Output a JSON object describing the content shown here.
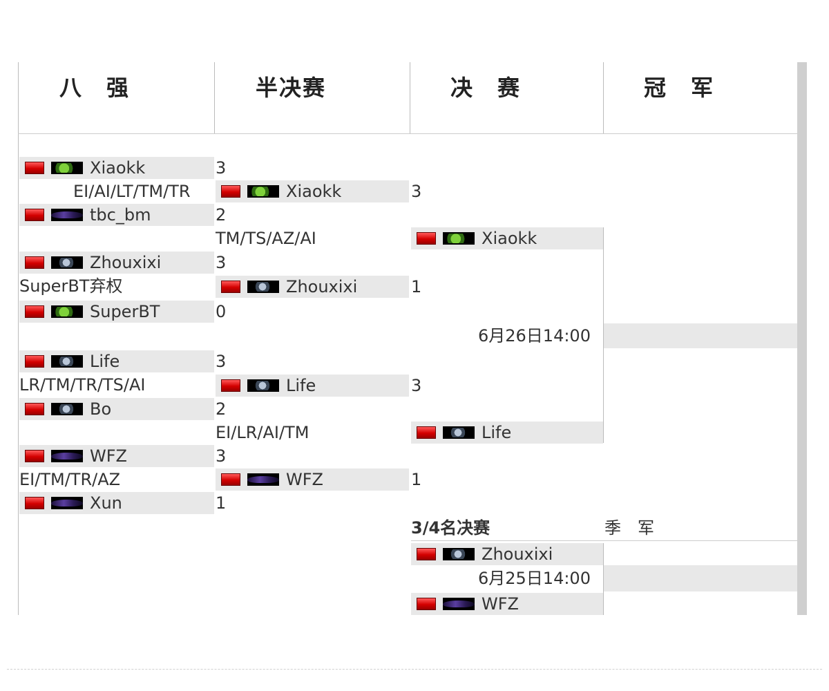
{
  "headers": {
    "r8": "八　强",
    "semi": "半决赛",
    "final": "决　赛",
    "champ": "冠　军"
  },
  "quarter": {
    "m1": {
      "p1": "Xiaokk",
      "p1_score": "3",
      "maps": "EI/AI/LT/TM/TR",
      "p2": "tbc_bm",
      "p2_score": "2"
    },
    "m2": {
      "p1": "Zhouxixi",
      "p1_score": "3",
      "note": "SuperBT弃权",
      "p2": "SuperBT",
      "p2_score": "0"
    },
    "m3": {
      "p1": "Life",
      "p1_score": "3",
      "maps": "LR/TM/TR/TS/AI",
      "p2": "Bo",
      "p2_score": "2"
    },
    "m4": {
      "p1": "WFZ",
      "p1_score": "3",
      "maps": "EI/TM/TR/AZ",
      "p2": "Xun",
      "p2_score": "1"
    }
  },
  "semi": {
    "s1": {
      "p1": "Xiaokk",
      "p1_score": "3",
      "maps": "TM/TS/AZ/AI",
      "p2": "Zhouxixi",
      "p2_score": "1"
    },
    "s2": {
      "p1": "Life",
      "p1_score": "3",
      "maps": "EI/LR/AI/TM",
      "p2": "WFZ",
      "p2_score": "1"
    }
  },
  "final": {
    "p1": "Xiaokk",
    "p2": "Life",
    "time": "6月26日14:00",
    "champion": ""
  },
  "third": {
    "title": "3/4名决赛",
    "bronze_label": "季　军",
    "p1": "Zhouxixi",
    "p2": "WFZ",
    "time": "6月25日14:00",
    "winner": ""
  },
  "icons": {
    "flag": "china-flag-icon",
    "orc": "orc-race-icon",
    "undead": "undead-race-icon",
    "nightelf": "nightelf-race-icon"
  },
  "colors": {
    "cell_bg": "#e8e8e8",
    "line": "#bbbbbb",
    "flag": "#d40000"
  }
}
